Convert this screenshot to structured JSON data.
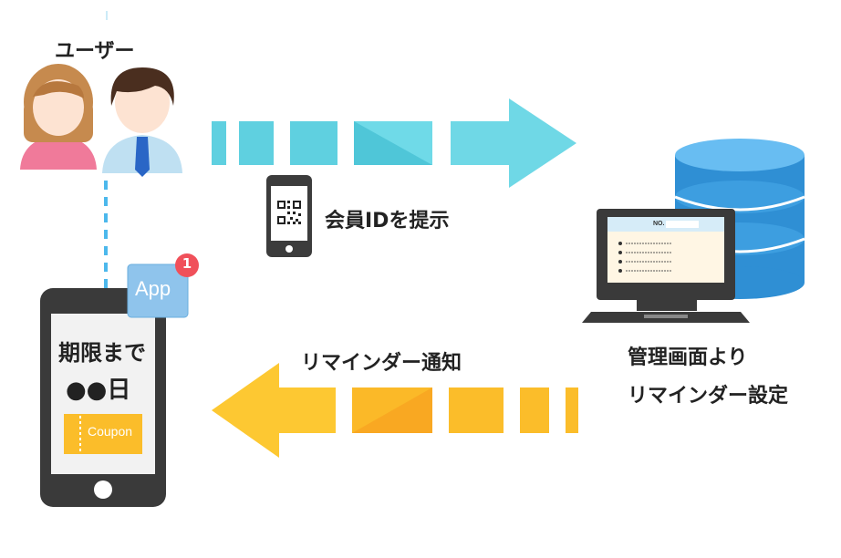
{
  "users": {
    "label": "ユーザー"
  },
  "top_flow": {
    "label": "会員IDを提示"
  },
  "bottom_flow": {
    "label": "リマインダー通知"
  },
  "admin": {
    "line1": "管理画面より",
    "line2": "リマインダー設定"
  },
  "phone": {
    "line1": "期限まで",
    "line2": "●●日",
    "coupon": "Coupon"
  },
  "app_icon": {
    "label": "App",
    "badge": "1"
  },
  "monitor": {
    "header": "NO."
  },
  "colors": {
    "cyan": "#5fd0e0",
    "yellow": "#fbbd2a",
    "db_blue": "#3d9ee0",
    "badge_red": "#f0505a"
  }
}
